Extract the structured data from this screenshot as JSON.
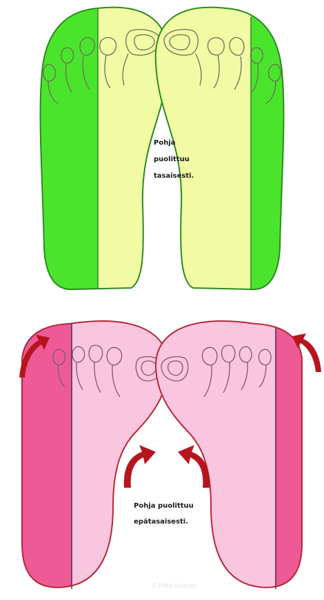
{
  "top_panel": {
    "caption_lines": [
      "Pohja",
      "puolittuu",
      "tasaisesti."
    ],
    "colors": {
      "outer": "#4be42c",
      "inner": "#f1fba4",
      "outline": "#2b8a1f",
      "toes": "#6e6e55"
    }
  },
  "bottom_panel": {
    "caption_lines": [
      "Pohja puolittuu",
      "epätasaisesti."
    ],
    "colors": {
      "outer": "#ee5a96",
      "inner": "#fac5de",
      "outline": "#b52638",
      "midline": "#4a2a55",
      "arrow": "#b7151e",
      "toes": "#7a5a6a"
    }
  },
  "watermark": "© Riitta Kivenen"
}
